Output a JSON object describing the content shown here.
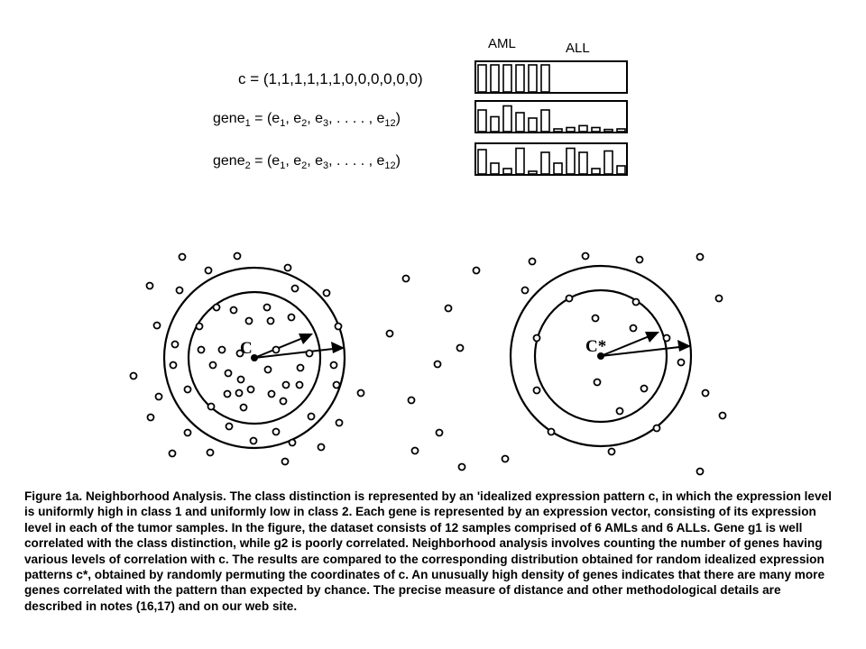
{
  "header": {
    "class1_label": "AML",
    "class2_label": "ALL"
  },
  "vectors": [
    {
      "name": "c",
      "subscript": "",
      "equation": " = (1,1,1,1,1,1,0,0,0,0,0,0)",
      "bars": [
        1,
        1,
        1,
        1,
        1,
        1,
        0,
        0,
        0,
        0,
        0,
        0
      ]
    },
    {
      "name": "gene",
      "subscript": "1",
      "equation": "",
      "bars": [
        0.8,
        0.55,
        0.95,
        0.7,
        0.5,
        0.8,
        0.1,
        0.15,
        0.22,
        0.15,
        0.08,
        0.1
      ]
    },
    {
      "name": "gene",
      "subscript": "2",
      "equation": "",
      "bars": [
        0.9,
        0.4,
        0.2,
        0.95,
        0.1,
        0.8,
        0.4,
        0.95,
        0.8,
        0.2,
        0.85,
        0.3
      ]
    }
  ],
  "gene_equation": {
    "eq": " = (",
    "e": "e",
    "s1": "1",
    "comma1": ", ",
    "s2": "2",
    "comma2": ", ",
    "s3": "3",
    "dots": ",   .   .   .   .  , ",
    "s12": "12",
    "close": ")"
  },
  "panels": [
    {
      "center_label": "C"
    },
    {
      "center_label": "C*"
    }
  ],
  "caption": "Figure 1a. Neighborhood Analysis. The class distinction is represented by an 'idealized expression pattern c, in which the expression level is uniformly high in class 1 and uniformly low in class 2. Each gene is represented by an expression vector, consisting of its expression level in each of the tumor samples. In the figure, the dataset consists of 12 samples comprised of 6 AMLs and 6 ALLs. Gene g1 is well correlated with the class distinction, while g2 is poorly correlated. Neighborhood analysis involves counting the number of genes having various levels of correlation with c. The results are compared to the corresponding distribution obtained for random idealized expression patterns c*, obtained by randomly permuting the coordinates of c. An unusually high density of genes indicates that there are many more genes correlated with the pattern than expected by chance. The precise measure of distance and other methodological details are described in notes (16,17) and on our web site."
}
